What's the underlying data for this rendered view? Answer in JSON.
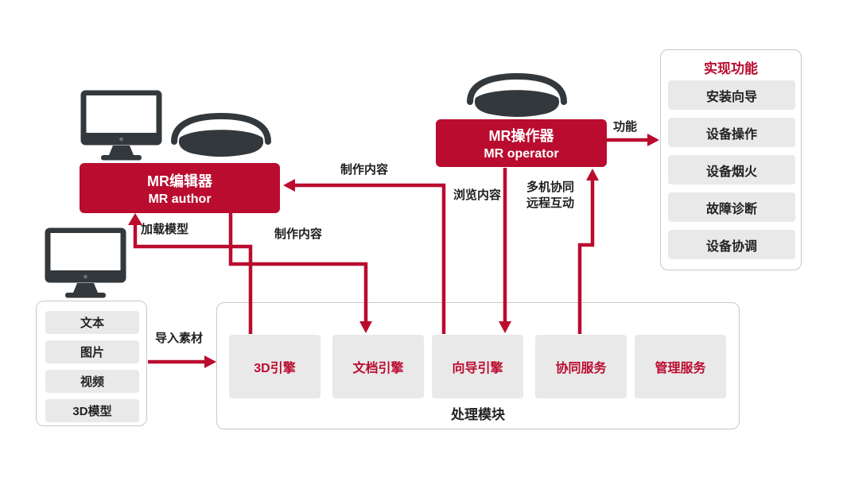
{
  "colors": {
    "crimson": "#ba0c2f",
    "graybox": "#e9e9ea",
    "border": "#c8c8c8",
    "dark": "#33383c",
    "text": "#222222"
  },
  "author_box": {
    "line1": "MR编辑器",
    "line2": "MR author"
  },
  "operator_box": {
    "line1": "MR操作器",
    "line2": "MR operator"
  },
  "functions_panel": {
    "title": "实现功能",
    "items": [
      "安装向导",
      "设备操作",
      "设备烟火",
      "故障诊断",
      "设备协调"
    ]
  },
  "materials_panel": {
    "items": [
      "文本",
      "图片",
      "视频",
      "3D模型"
    ]
  },
  "processing_panel": {
    "title": "处理模块",
    "engines": [
      "3D引擎",
      "文档引擎",
      "向导引擎",
      "协同服务",
      "管理服务"
    ]
  },
  "arrows": {
    "load_model": "加载模型",
    "make_content_left": "制作内容",
    "make_content_right": "制作内容",
    "browse_content": "浏览内容",
    "multi_collab": "多机协同",
    "remote_interact": "远程互动",
    "import_material": "导入素材",
    "function": "功能"
  }
}
